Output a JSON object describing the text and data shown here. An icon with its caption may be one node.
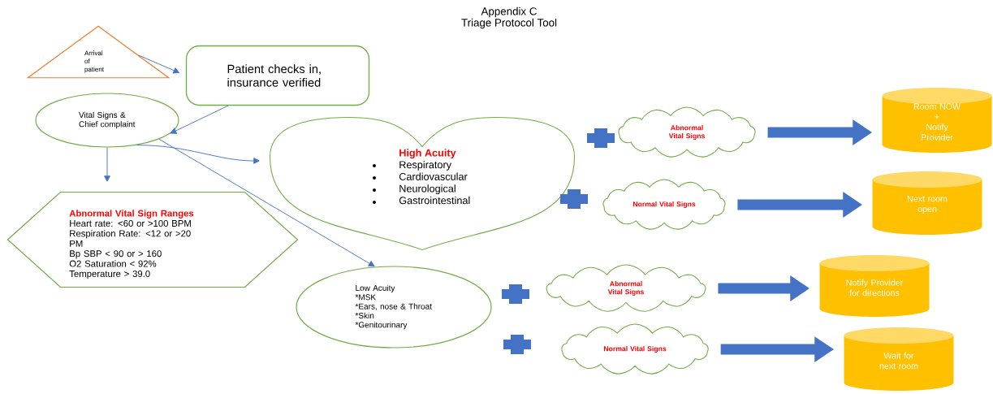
{
  "diagram": {
    "title": "Appendix C",
    "nodes": [
      {
        "text": [
          "Arrival of patient"
        ]
      },
      {
        "text": [
          "Patient checks in, insurance verified"
        ]
      },
      {
        "text": [
          "Vital Signs & Chief complaint"
        ]
      },
      {
        "text": [
          "High Acuity",
          "Respiratory",
          "Cardiovascular",
          "Neurological",
          "Gastrointestinal"
        ]
      },
      {
        "text": [
          "Abnormal Vital Signs"
        ]
      },
      {
        "text": [
          "Room NOW",
          "+",
          "Notify Provider"
        ]
      },
      {
        "text": [
          "Normal Vital Signs"
        ]
      },
      {
        "text": [
          "Next room open"
        ]
      },
      {
        "text": [
          "Abnormal Vital Sign Ranges",
          "Heart rate: <60 or >100 BPM",
          "Respiration Rate: <12 or >20 PM",
          "Bp SBP < 90 or > 160",
          "O2 Saturation < 92%",
          "Temperature > 39.0"
        ]
      },
      {
        "text": [
          "Low Acuity",
          "*MSK",
          "*Ears, nose & Throat",
          "*Skin",
          "*Genitourinary"
        ]
      },
      {
        "text": [
          "Abnormal Vital Signs"
        ]
      },
      {
        "text": [
          "Notify Provider for directions"
        ]
      },
      {
        "text": [
          "Normal Vital Signs"
        ]
      },
      {
        "text": [
          "Wait for next room"
        ]
      }
    ],
    "edges": [
      {
        "from": 0,
        "to": 1,
        "arrow": "to"
      },
      {
        "from": 1,
        "to": 2,
        "arrow": "to"
      },
      {
        "from": 2,
        "to": 3,
        "arrow": "to"
      },
      {
        "from": 2,
        "to": 8,
        "arrow": "to"
      },
      {
        "from": 2,
        "to": 9,
        "arrow": "to"
      },
      {
        "from": 4,
        "to": 5,
        "arrow": "to",
        "style": "thick"
      },
      {
        "from": 6,
        "to": 7,
        "arrow": "to",
        "style": "thick"
      },
      {
        "from": 10,
        "to": 11,
        "arrow": "to",
        "style": "thick"
      },
      {
        "from": 12,
        "to": 13,
        "arrow": "to",
        "style": "thick"
      }
    ],
    "labels": [
      "Triage Protocol Tool"
    ]
  }
}
